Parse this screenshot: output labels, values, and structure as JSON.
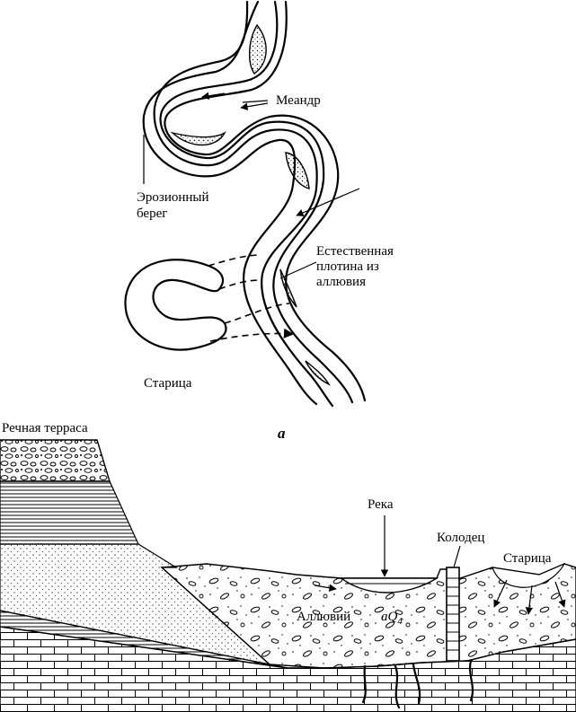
{
  "plan": {
    "labels": {
      "meander": "Меандр",
      "erosion_bank_1": "Эрозионный",
      "erosion_bank_2": "берег",
      "levee_1": "Естественная",
      "levee_2": "плотина из",
      "levee_3": "аллювия",
      "oxbow": "Старица"
    },
    "caption": "а"
  },
  "section": {
    "labels": {
      "terrace": "Речная терраса",
      "river": "Река",
      "well": "Колодец",
      "oxbow": "Старица",
      "alluvium": "Аллювий",
      "alluvium_index_main": "aQ",
      "alluvium_index_sub": "4"
    }
  }
}
